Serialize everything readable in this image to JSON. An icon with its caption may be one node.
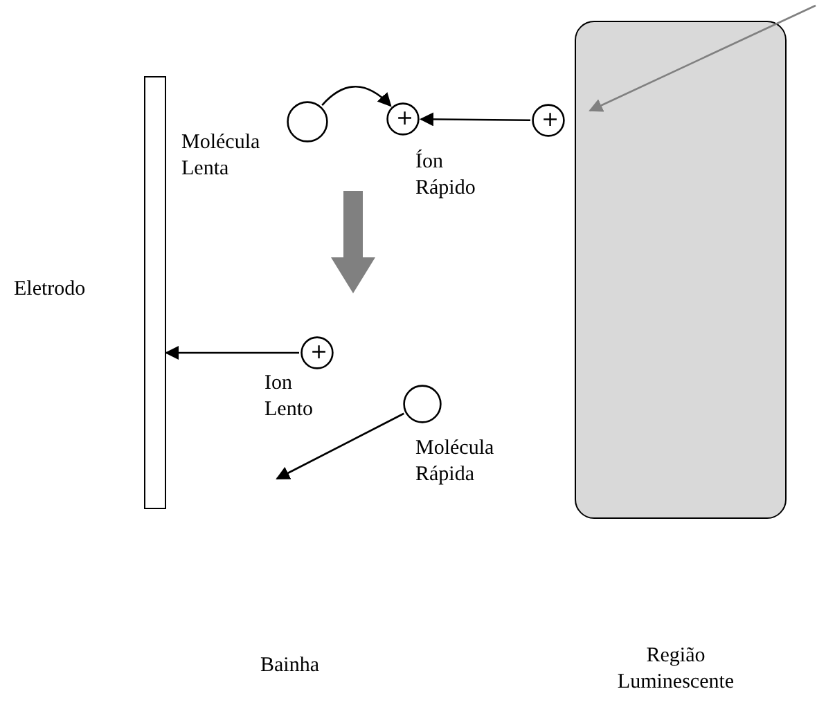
{
  "diagram": {
    "nodes": [
      {
        "text": [
          "Eletrodo"
        ]
      },
      {
        "text": [],
        "shape": "box"
      },
      {
        "text": [
          "Molécula Lenta"
        ]
      },
      {
        "text": [
          "+",
          "Íon Rápido"
        ]
      },
      {
        "text": [
          "+"
        ]
      },
      {
        "text": [
          "+",
          "Ion Lento"
        ]
      },
      {
        "text": [
          "Molécula Rápida"
        ]
      }
    ],
    "edges": [
      {
        "from": 2,
        "to": 3,
        "arrow": "to"
      },
      {
        "from": 4,
        "to": 3,
        "arrow": "to"
      },
      {
        "from": null,
        "to": 1,
        "arrow": "to",
        "color": "#808080"
      },
      {
        "from": 5,
        "to": 0,
        "arrow": "to"
      },
      {
        "from": 6,
        "to": null,
        "arrow": "to"
      }
    ],
    "labels": [
      "Bainha",
      "Região Luminescente"
    ]
  }
}
